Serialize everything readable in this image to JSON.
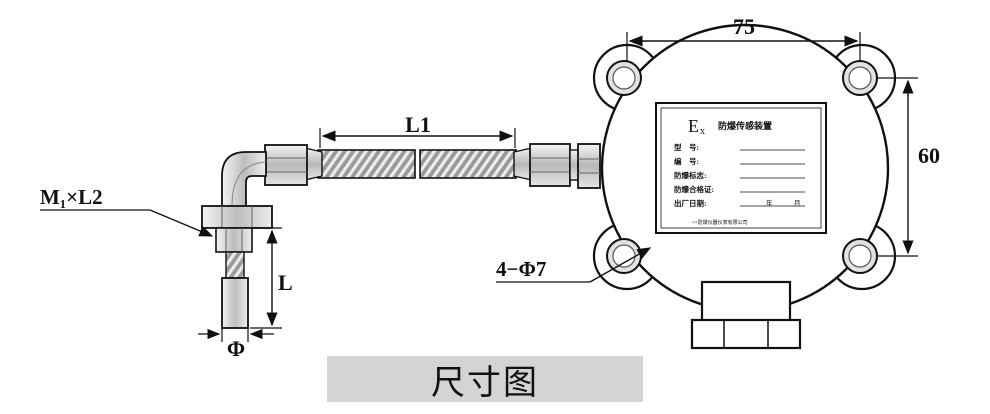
{
  "dimensions": {
    "width_label": "75",
    "height_label": "60",
    "hose_length_label": "L1",
    "thread_label": "M₁×L2",
    "probe_length_label": "L",
    "diameter_label": "Φ",
    "holes_label": "4−Φ7"
  },
  "nameplate": {
    "ex_mark": "E",
    "ex_sub": "x",
    "title": "防爆传感装置",
    "field_model": "型　号:",
    "field_number": "编　号:",
    "field_ex_mark": "防爆标志:",
    "field_certificate": "防爆合格证:",
    "field_date": "出厂日期:",
    "date_year": "年",
    "date_month": "月",
    "maker": "××防爆仪器仪表有限公司"
  },
  "caption": "尺寸图"
}
